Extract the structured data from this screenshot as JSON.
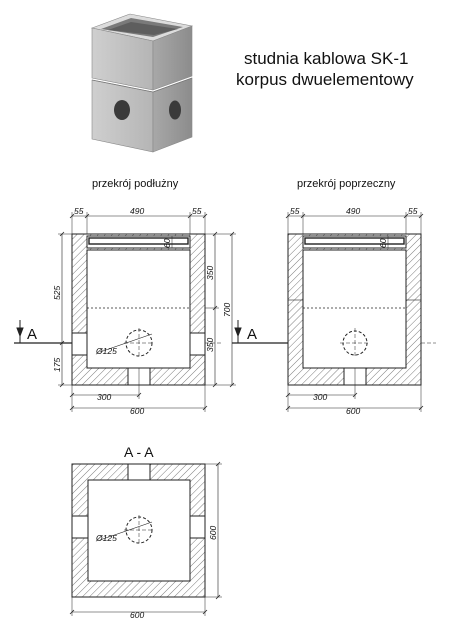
{
  "header": {
    "title_line1": "studnia kablowa SK-1",
    "title_line2": "korpus dwuelementowy"
  },
  "views": {
    "longitudinal": {
      "label": "przekrój podłużny",
      "dims": {
        "top_left": "55",
        "top_mid": "490",
        "top_right": "55",
        "lid": "60",
        "left_total": "525",
        "left_bottom": "175",
        "right_top": "350",
        "right_bottom": "350",
        "right_total": "700",
        "pipe": "Ø125",
        "bottom_half": "300",
        "bottom_total": "600"
      },
      "section_mark": "A"
    },
    "transverse": {
      "label": "przekrój poprzeczny",
      "dims": {
        "top_left": "55",
        "top_mid": "490",
        "top_right": "55",
        "lid": "60",
        "bottom_half": "300",
        "bottom_total": "600"
      },
      "section_mark": "A"
    },
    "plan": {
      "label": "A - A",
      "dims": {
        "pipe": "Ø125",
        "right": "600",
        "bottom": "600"
      }
    }
  },
  "colors": {
    "line": "#222222",
    "hatch": "#555555",
    "concrete_light": "#c8c8c8",
    "concrete_dark": "#9a9a9a"
  }
}
